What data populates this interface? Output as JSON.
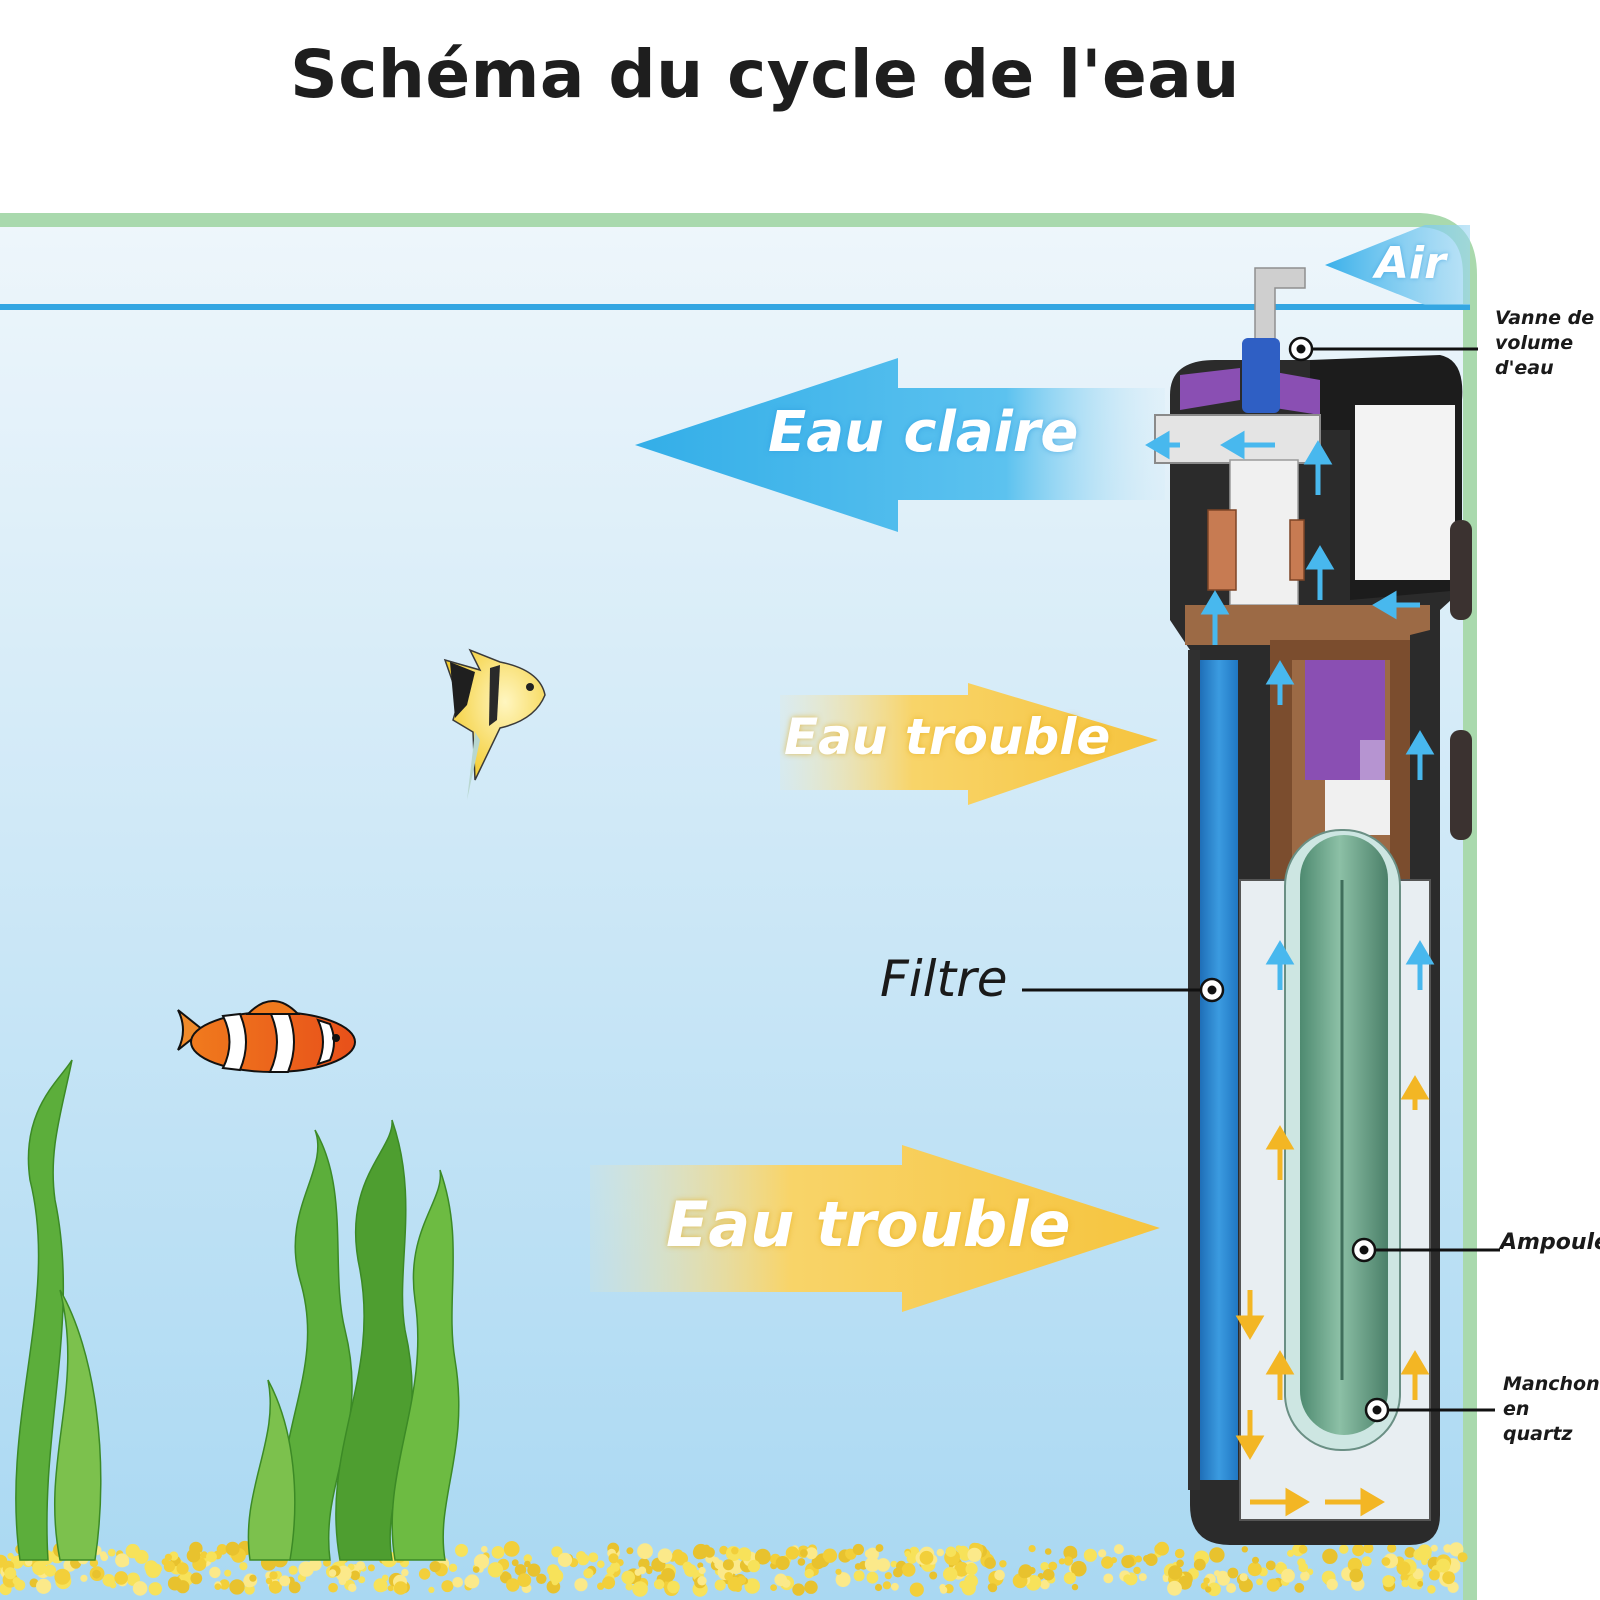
{
  "title": "Schéma du cycle de l'eau",
  "flows": {
    "clear_water": "Eau claire",
    "turbid_water_upper": "Eau trouble",
    "turbid_water_lower": "Eau trouble",
    "air": "Air"
  },
  "components": {
    "filter": "Filtre",
    "valve": "Vanne de volume d'eau",
    "bulb": "Ampoule",
    "sleeve": "Manchon en quartz"
  },
  "colors": {
    "water_top": "#eef6fb",
    "water_bottom": "#a9d8f2",
    "clear_arrow": "#3db3ea",
    "turbid_arrow": "#f7c84a",
    "tank_border": "#a9d9ad",
    "filter_media": "#2e86cf",
    "bulb_green": "#6fa68c",
    "housing_dark": "#2b2b2b",
    "purple_part": "#8a4fb3",
    "gravel": "#f4dc4a"
  }
}
